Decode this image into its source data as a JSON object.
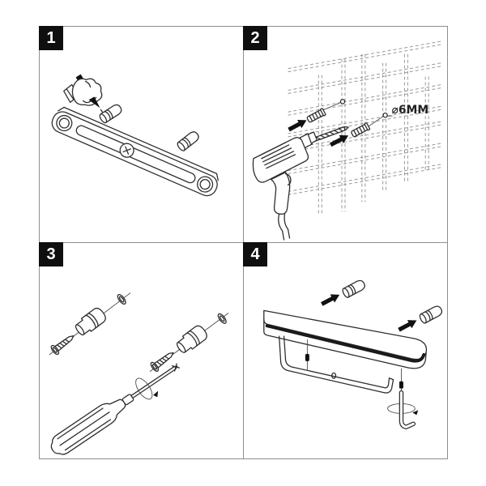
{
  "document": {
    "background_color": "#ffffff",
    "panel_border_color": "#8e8e8e",
    "line_color": "#2e2e2e",
    "badge_background": "#0f0f0f",
    "badge_text_color": "#ffffff"
  },
  "panels": [
    {
      "number": "1",
      "name": "mark-positions",
      "icons": [
        "hand-with-pencil-icon",
        "mounting-bar",
        "anchor-cap",
        "anchor-cap"
      ]
    },
    {
      "number": "2",
      "name": "drill-holes",
      "hole_diameter_label": "⌀6MM",
      "icons": [
        "tiled-wall",
        "power-drill-icon",
        "wall-plug",
        "wall-plug",
        "insert-arrow",
        "insert-arrow"
      ]
    },
    {
      "number": "3",
      "name": "assemble-fasteners",
      "icons": [
        "screw",
        "expansion-sleeve",
        "cover-cap",
        "screw",
        "expansion-sleeve",
        "cover-cap",
        "screwdriver-icon",
        "rotation-arrow"
      ]
    },
    {
      "number": "4",
      "name": "mount-shelf",
      "icons": [
        "shelf-with-roll-holder",
        "anchor-cap",
        "anchor-cap",
        "insert-arrow",
        "insert-arrow",
        "set-screw",
        "set-screw",
        "hex-key-icon",
        "rotation-arrow"
      ]
    }
  ]
}
